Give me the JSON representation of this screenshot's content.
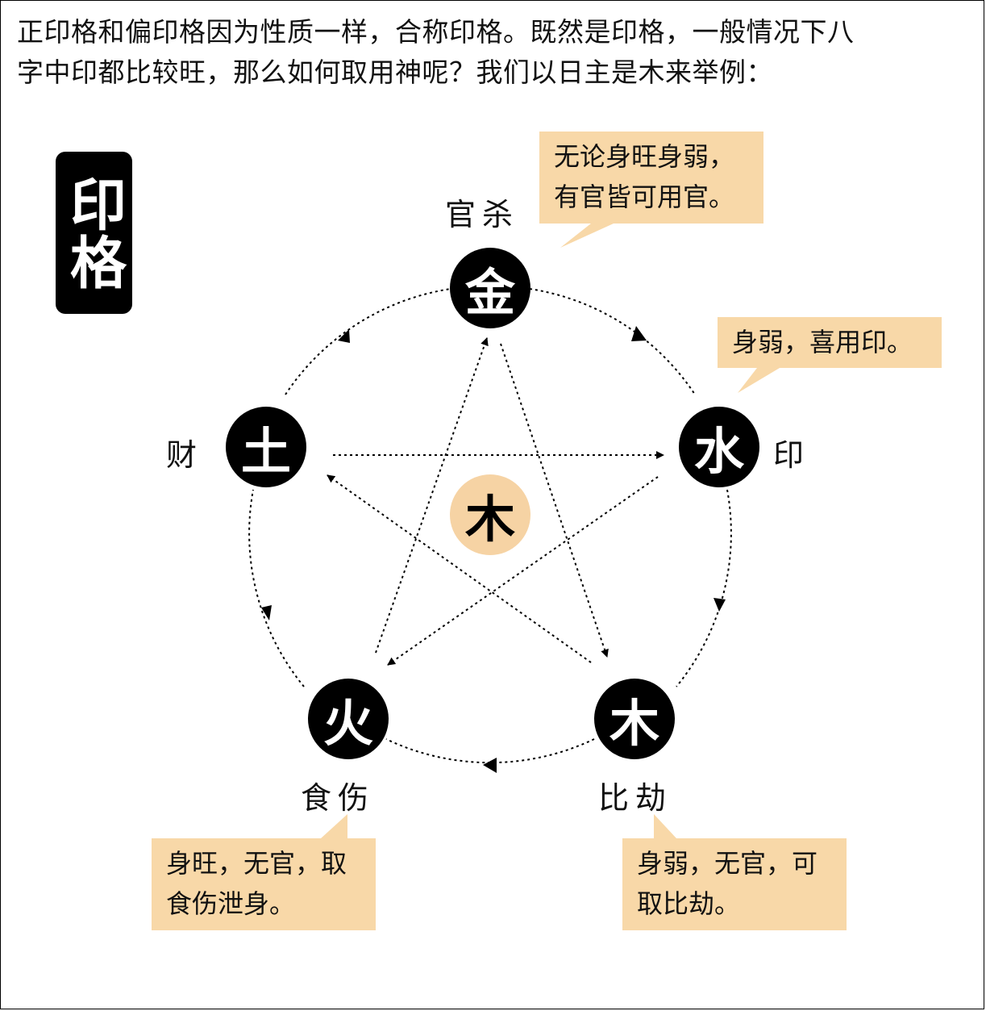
{
  "intro": {
    "line1": "正印格和偏印格因为性质一样，合称印格。既然是印格，一般情况下八",
    "line2": "字中印都比较旺，那么如何取用神呢？我们以日主是木来举例："
  },
  "badge": {
    "text": "印格"
  },
  "elements": {
    "metal": "金",
    "water": "水",
    "wood": "木",
    "fire": "火",
    "earth": "土",
    "center": "木"
  },
  "roles": {
    "metal": "官杀",
    "water": "印",
    "wood": "比劫",
    "fire": "食伤",
    "earth": "财"
  },
  "callouts": {
    "metal": {
      "line1": "无论身旺身弱，",
      "line2": "有官皆可用官。"
    },
    "water": {
      "line1": "身弱，喜用印。"
    },
    "wood": {
      "line1": "身弱，无官，可",
      "line2": "取比劫。"
    },
    "fire": {
      "line1": "身旺，无官，取",
      "line2": "食伤泄身。"
    }
  },
  "colors": {
    "node": "#000000",
    "center_node": "#f6d3a4",
    "callout": "#f8d8a8",
    "line": "#000000"
  }
}
